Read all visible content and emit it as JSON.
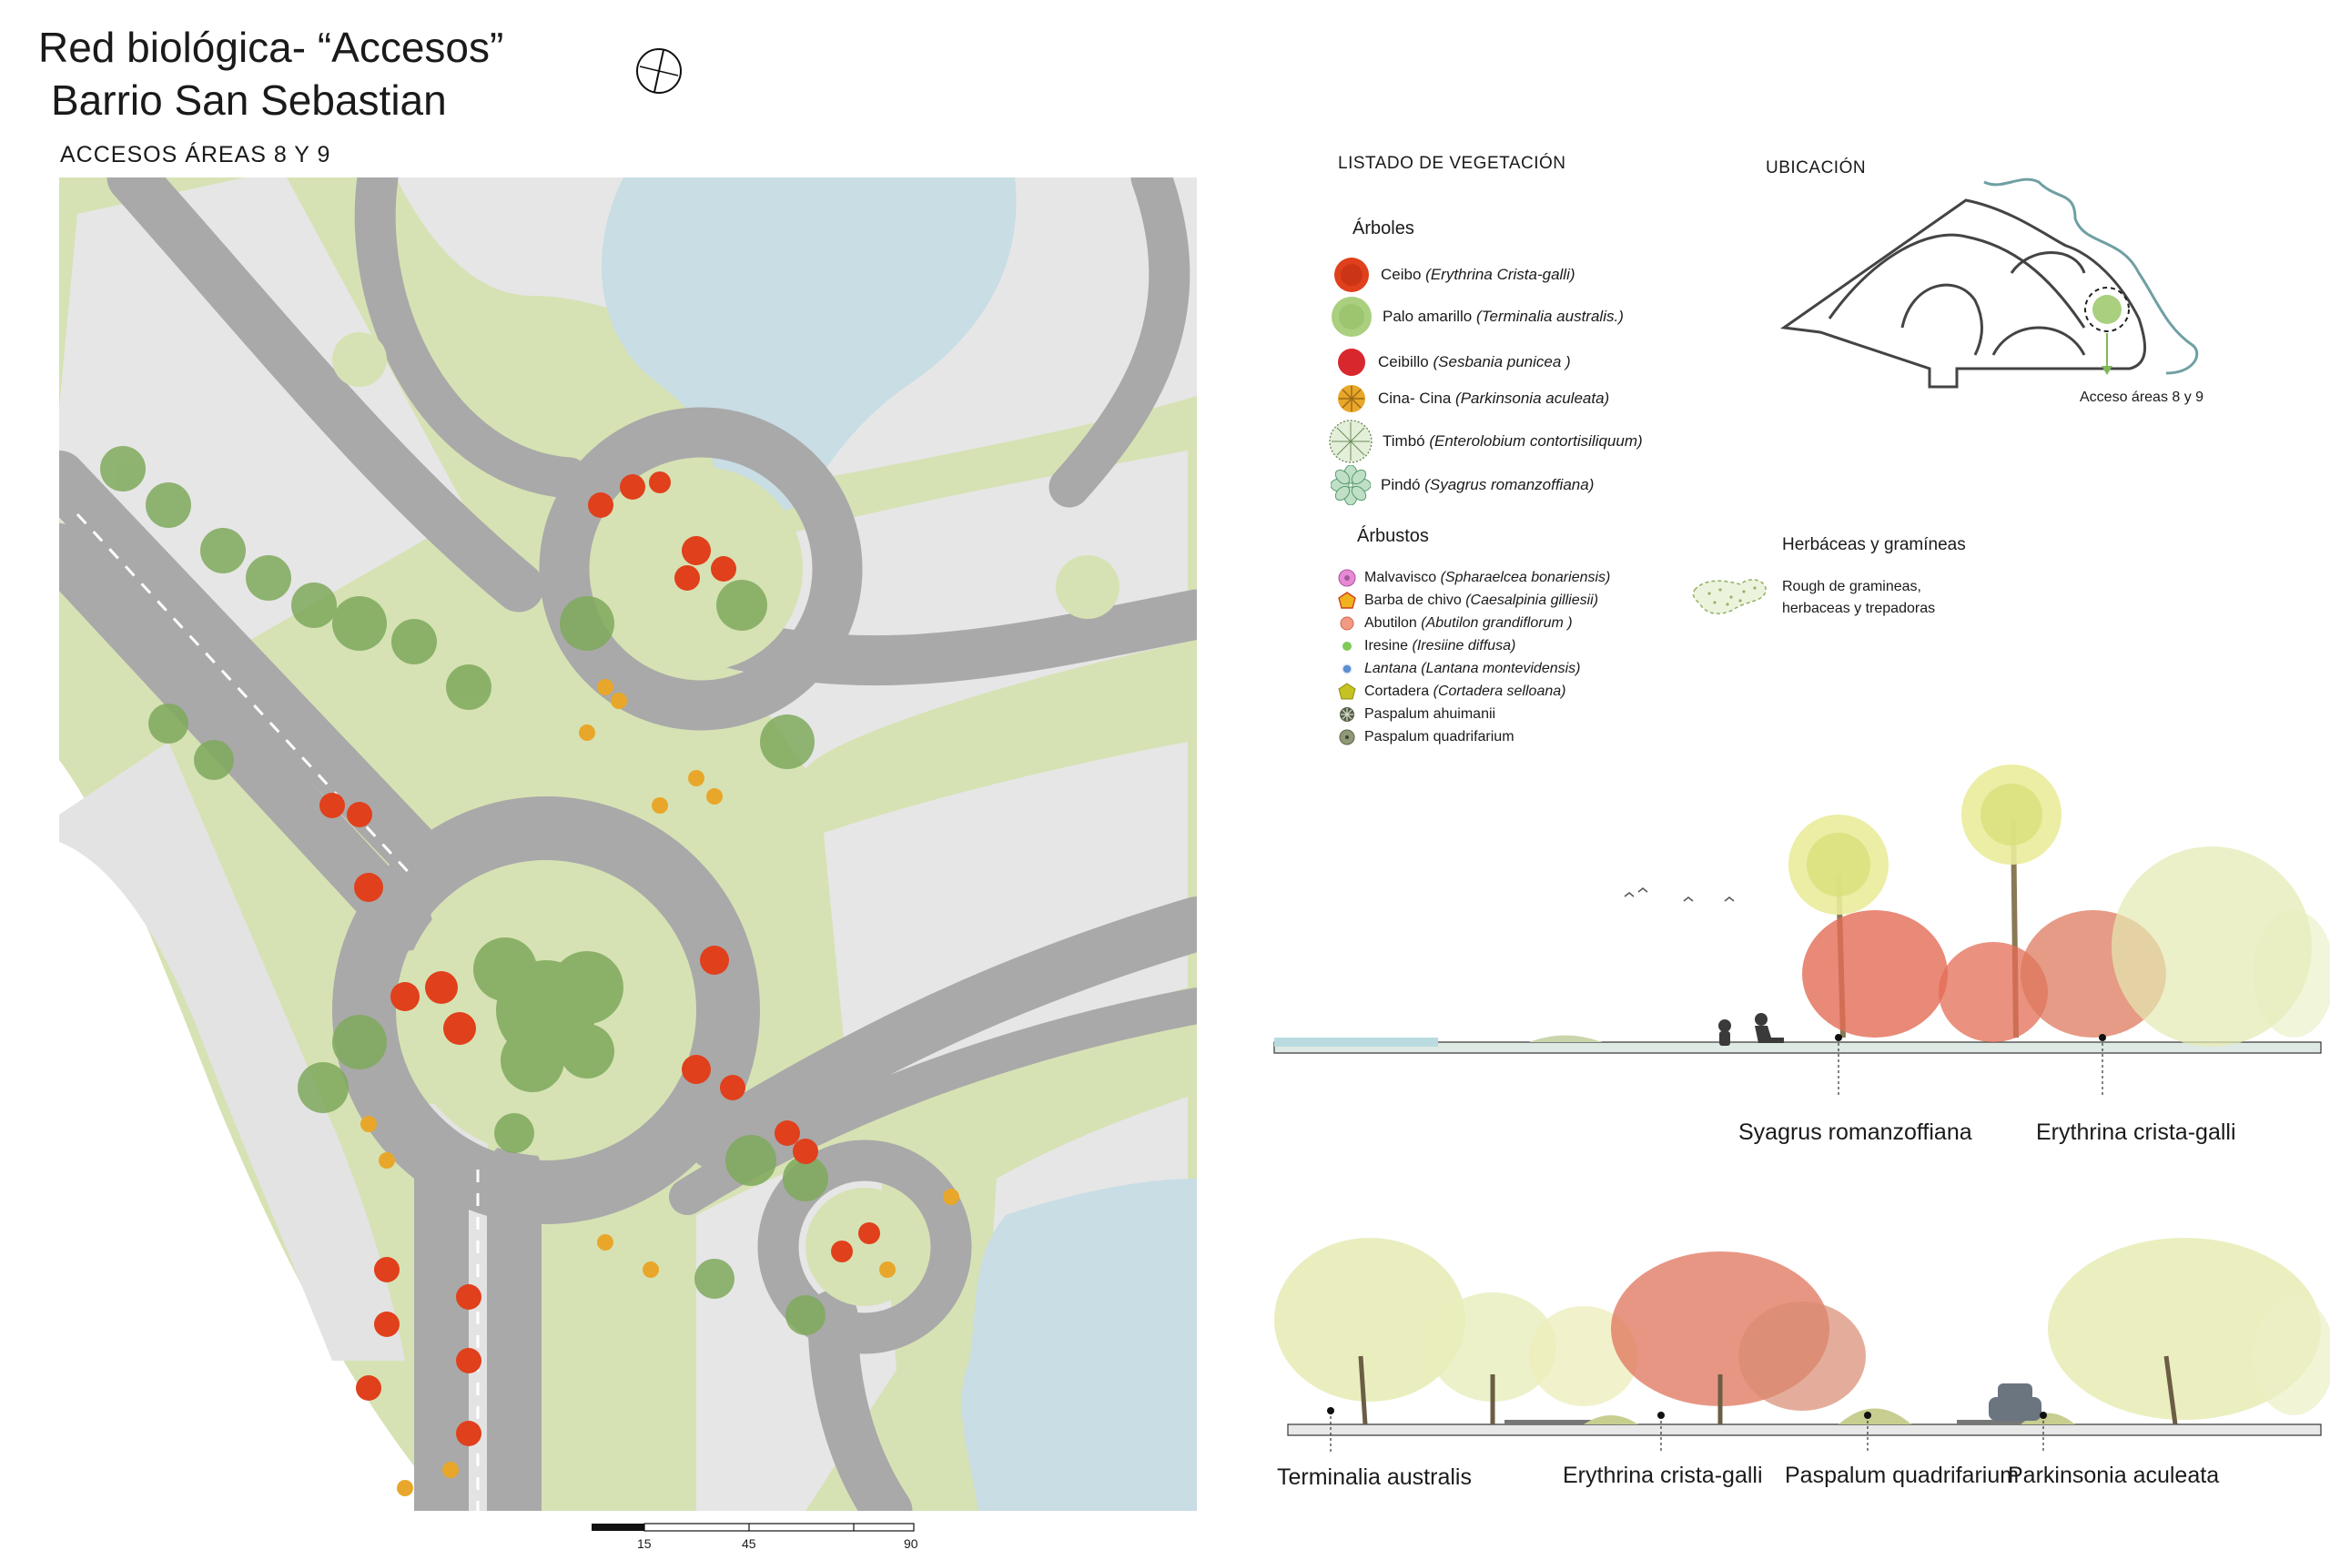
{
  "header": {
    "title_line1": "Red biológica- “Accesos”",
    "title_line2": "Barrio San Sebastian",
    "subtitle": "ACCESOS ÁREAS  8 Y  9"
  },
  "legend": {
    "title": "LISTADO DE VEGETACIÓN",
    "trees_title": "Árboles",
    "trees": [
      {
        "name": "Ceibo",
        "sci": "(Erythrina Crista-galli)",
        "color": "#e0401c",
        "icon": "ceibo-symbol"
      },
      {
        "name": "Palo amarillo",
        "sci": "(Terminalia australis.)",
        "color": "#a9cf7f",
        "icon": "palo-amarillo-symbol"
      },
      {
        "name": "Ceibillo",
        "sci": "(Sesbania punicea )",
        "color": "#d9272e",
        "icon": "ceibillo-symbol"
      },
      {
        "name": "Cina- Cina",
        "sci": "(Parkinsonia aculeata)",
        "color": "#e8a72a",
        "icon": "cina-cina-symbol"
      },
      {
        "name": "Timbó",
        "sci": "(Enterolobium contortisiliquum)",
        "color": "#cfe3bf",
        "icon": "timbo-symbol"
      },
      {
        "name": "Pindó",
        "sci": "(Syagrus romanzoffiana)",
        "color": "#bfe0c6",
        "icon": "pindo-symbol"
      }
    ],
    "shrubs_title": "Árbustos",
    "shrubs": [
      {
        "name": "Malvavisco",
        "sci": "(Spharaelcea bonariensis)",
        "color": "#e889d5",
        "icon": "malvavisco-symbol"
      },
      {
        "name": "Barba de chivo",
        "sci": "(Caesalpinia gilliesii)",
        "color": "#f0b21e",
        "icon": "barba-de-chivo-symbol"
      },
      {
        "name": "Abutilon",
        "sci": "(Abutilon grandiflorum )",
        "color": "#f29a84",
        "icon": "abutilon-symbol"
      },
      {
        "name": "Iresine",
        "sci": "(Iresiine diffusa)",
        "color": "#7fc95a",
        "icon": "iresine-symbol"
      },
      {
        "name": "Lantana",
        "sci": "(Lantana montevidensis)",
        "color": "#5b8fd1",
        "icon": "lantana-symbol"
      },
      {
        "name": "Cortadera",
        "sci": "(Cortadera selloana)",
        "color": "#c4c323",
        "icon": "cortadera-symbol"
      },
      {
        "name": "Paspalum ahuimanii",
        "sci": "",
        "color": "#55604a",
        "icon": "paspalum-ahuimanii-symbol"
      },
      {
        "name": "Paspalum quadrifarium",
        "sci": "",
        "color": "#8f9977",
        "icon": "paspalum-quadrifarium-symbol"
      }
    ],
    "herbs_title": "Herbáceas y gramíneas",
    "herbs_line1": "Rough de gramineas,",
    "herbs_line2": "herbaceas y trepadoras"
  },
  "location": {
    "title": "UBICACIÓN",
    "marker_label": "Acceso áreas 8 y 9"
  },
  "sections": {
    "upper_labels": [
      "Syagrus romanzoffiana",
      "Erythrina crista-galli"
    ],
    "lower_labels": [
      "Terminalia australis",
      "Erythrina crista-galli",
      "Paspalum quadrifarium",
      "Parkinsonia aculeata"
    ]
  },
  "scale_bar": {
    "ticks": [
      "15",
      "45",
      "90"
    ]
  },
  "colors": {
    "road": "#a9a9a9",
    "green": "#d6e2b4",
    "block": "#e6e6e6",
    "water": "#c8dde4",
    "ceibo": "#e0401c",
    "palo_amarillo": "#a9cf7f",
    "cina_cina": "#e8a72a"
  }
}
